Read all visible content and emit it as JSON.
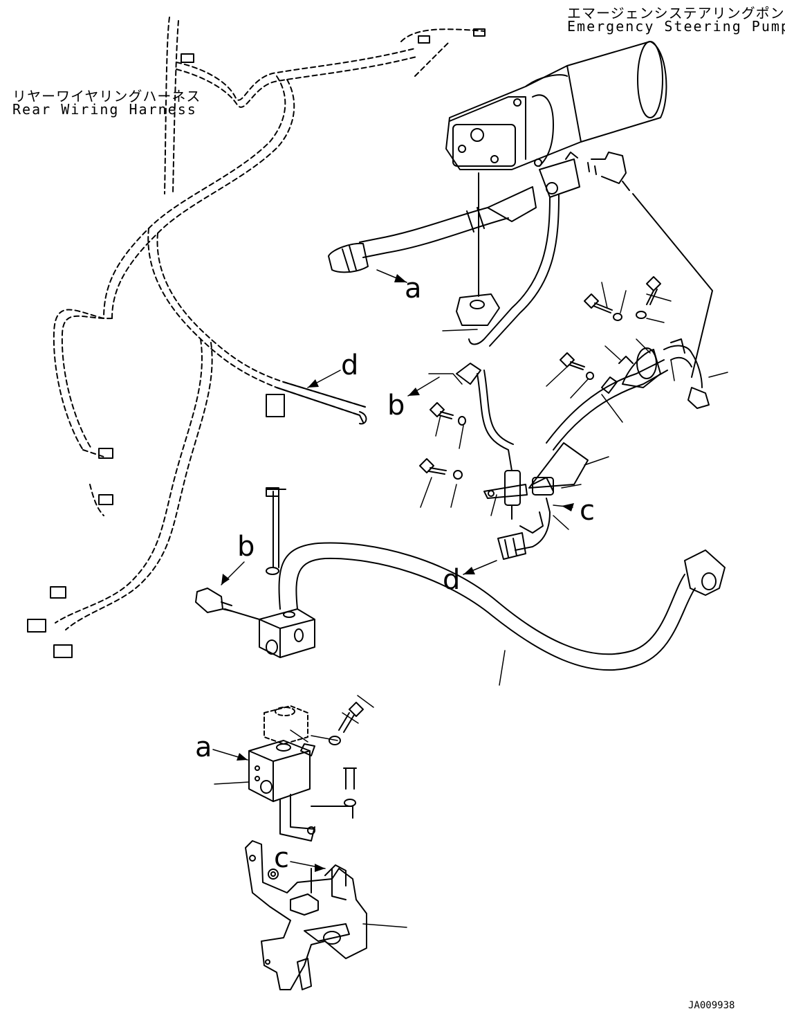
{
  "labels": {
    "pump_jp": "エマージェンシステアリングポンプ",
    "pump_en": "Emergency Steering Pump",
    "harness_jp": "リヤーワイヤリングハーネス",
    "harness_en": "Rear Wiring Harness"
  },
  "refs": {
    "a_upper": "a",
    "a_lower": "a",
    "b_left": "b",
    "b_right": "b",
    "c_right": "c",
    "c_lower": "c",
    "d_upper": "d",
    "d_lower": "d"
  },
  "drawing_code": "JA009938"
}
